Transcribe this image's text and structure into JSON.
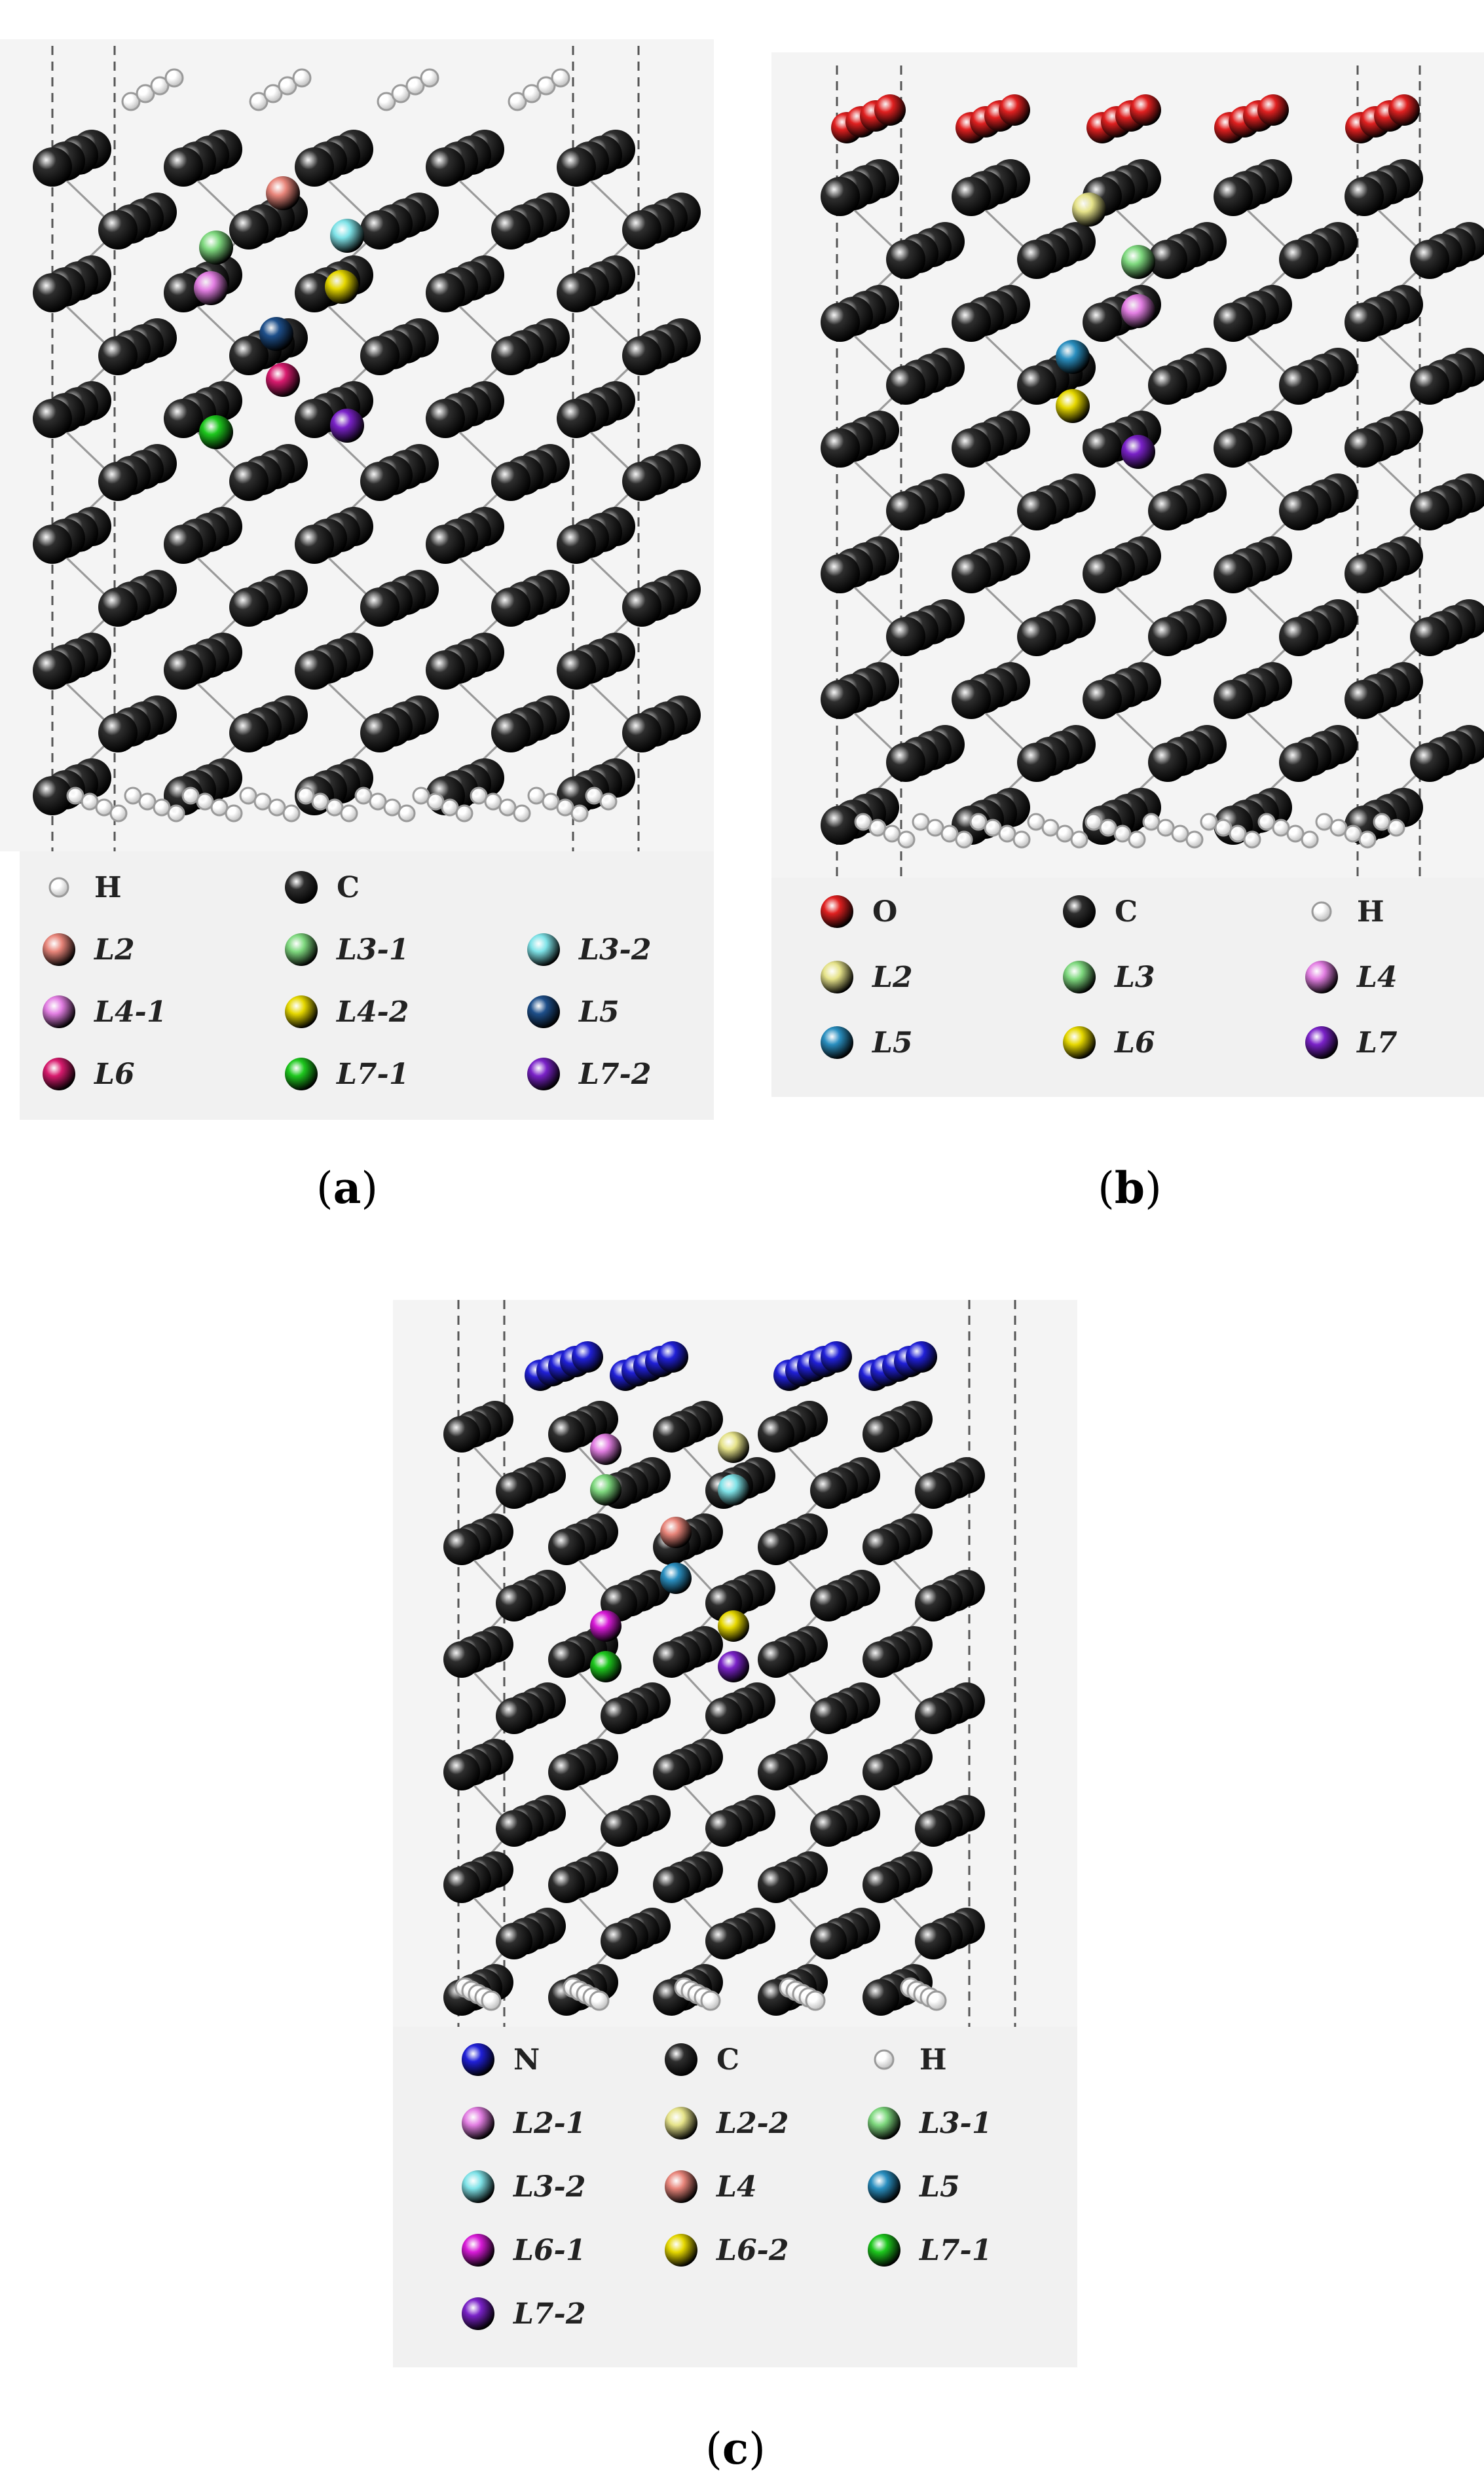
{
  "panels": [
    {
      "id": "a",
      "caption_letter": "a",
      "surface_atoms": "H",
      "legend": [
        {
          "label": "H",
          "color": "#ffffff",
          "style": "element"
        },
        {
          "label": "C",
          "color": "#2e2e2e",
          "style": "element"
        },
        {
          "label": "",
          "color": "",
          "style": "empty"
        },
        {
          "label": "L2",
          "color": "#e8857a",
          "style": "layer"
        },
        {
          "label": "L3-1",
          "color": "#7fd97f",
          "style": "layer"
        },
        {
          "label": "L3-2",
          "color": "#7fe3e8",
          "style": "layer"
        },
        {
          "label": "L4-1",
          "color": "#e37fe3",
          "style": "layer"
        },
        {
          "label": "L4-2",
          "color": "#e6d800",
          "style": "layer"
        },
        {
          "label": "L5",
          "color": "#1e4f8a",
          "style": "layer"
        },
        {
          "label": "L6",
          "color": "#d81b6e",
          "style": "layer"
        },
        {
          "label": "L7-1",
          "color": "#1ec81e",
          "style": "layer"
        },
        {
          "label": "L7-2",
          "color": "#7a22c8",
          "style": "layer"
        }
      ]
    },
    {
      "id": "b",
      "caption_letter": "b",
      "surface_atoms": "O",
      "legend": [
        {
          "label": "O",
          "color": "#e02020",
          "style": "element"
        },
        {
          "label": "C",
          "color": "#2e2e2e",
          "style": "element"
        },
        {
          "label": "H",
          "color": "#ffffff",
          "style": "element"
        },
        {
          "label": "L2",
          "color": "#e6e38a",
          "style": "layer"
        },
        {
          "label": "L3",
          "color": "#7fd97f",
          "style": "layer"
        },
        {
          "label": "L4",
          "color": "#e37fe3",
          "style": "layer"
        },
        {
          "label": "L5",
          "color": "#2a8fc0",
          "style": "layer"
        },
        {
          "label": "L6",
          "color": "#e6d800",
          "style": "layer"
        },
        {
          "label": "L7",
          "color": "#7a22c8",
          "style": "layer"
        }
      ]
    },
    {
      "id": "c",
      "caption_letter": "c",
      "surface_atoms": "N",
      "legend": [
        {
          "label": "N",
          "color": "#2020d8",
          "style": "element"
        },
        {
          "label": "C",
          "color": "#2e2e2e",
          "style": "element"
        },
        {
          "label": "H",
          "color": "#ffffff",
          "style": "element"
        },
        {
          "label": "L2-1",
          "color": "#e37fe3",
          "style": "layer"
        },
        {
          "label": "L2-2",
          "color": "#e6e38a",
          "style": "layer"
        },
        {
          "label": "L3-1",
          "color": "#7fd97f",
          "style": "layer"
        },
        {
          "label": "L3-2",
          "color": "#7fe3e8",
          "style": "layer"
        },
        {
          "label": "L4",
          "color": "#e8857a",
          "style": "layer"
        },
        {
          "label": "L5",
          "color": "#2a8fc0",
          "style": "layer"
        },
        {
          "label": "L6-1",
          "color": "#d81bd8",
          "style": "layer"
        },
        {
          "label": "L6-2",
          "color": "#e6d800",
          "style": "layer"
        },
        {
          "label": "L7-1",
          "color": "#1ec81e",
          "style": "layer"
        },
        {
          "label": "L7-2",
          "color": "#7a22c8",
          "style": "layer"
        }
      ]
    }
  ],
  "colors": {
    "carbon": "#2e2e2e",
    "hydrogen": "#ffffff",
    "oxygen": "#e02020",
    "nitrogen": "#2020d8",
    "bond": "#9a9a9a"
  }
}
